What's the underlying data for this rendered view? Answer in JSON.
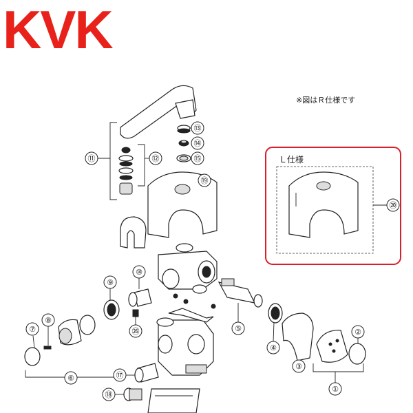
{
  "brand": {
    "logo_text": "KVK",
    "color": "#e8211b"
  },
  "note": "※図はＲ仕様です",
  "l_spec": {
    "label": "Ｌ仕様",
    "border_color": "#d81f2a"
  },
  "callouts": [
    "①",
    "②",
    "③",
    "④",
    "⑤",
    "⑥",
    "⑦",
    "⑧",
    "⑨",
    "⑩",
    "⑪",
    "⑫",
    "⑬",
    "⑭",
    "⑮",
    "⑰",
    "⑱",
    "⑲",
    "⑳",
    "㉖"
  ]
}
